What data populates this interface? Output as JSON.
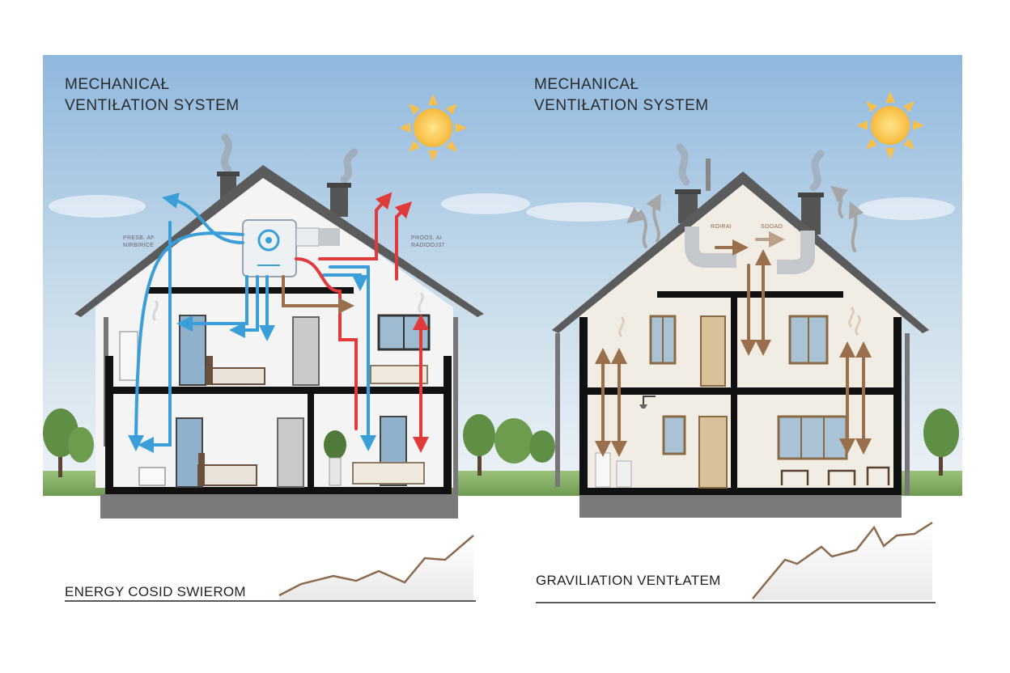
{
  "left_panel": {
    "title_line1": "MECHANICAŁ",
    "title_line2": "VENTIŁATION SYSTEM",
    "label_left": "PRESB. AF",
    "label_left2": "NIRBIRICE",
    "label_right": "PROOS. AI",
    "label_right2": "RADIOOJ37",
    "caption": "ENERGY COSID SWIEROM"
  },
  "right_panel": {
    "title_line1": "MECHANICAŁ",
    "title_line2": "VENTIŁATION SYSTEM",
    "attic_label1": "ROIRAI",
    "attic_label2": "SOOAO",
    "caption": "GRAVILIATION VENTŁATEM"
  },
  "colors": {
    "sky_top": "#8fb8de",
    "sky_bottom": "#e8f0f6",
    "fresh_air": "#3a9fd8",
    "exhaust_air": "#e03a3a",
    "gravity_air": "#9a6f4c",
    "roof": "#5b5b5b",
    "frame": "#111111"
  },
  "icons": [
    "sun-icon",
    "smoke-icon",
    "tree-icon",
    "ventilation-unit-icon",
    "trend-line-icon"
  ]
}
